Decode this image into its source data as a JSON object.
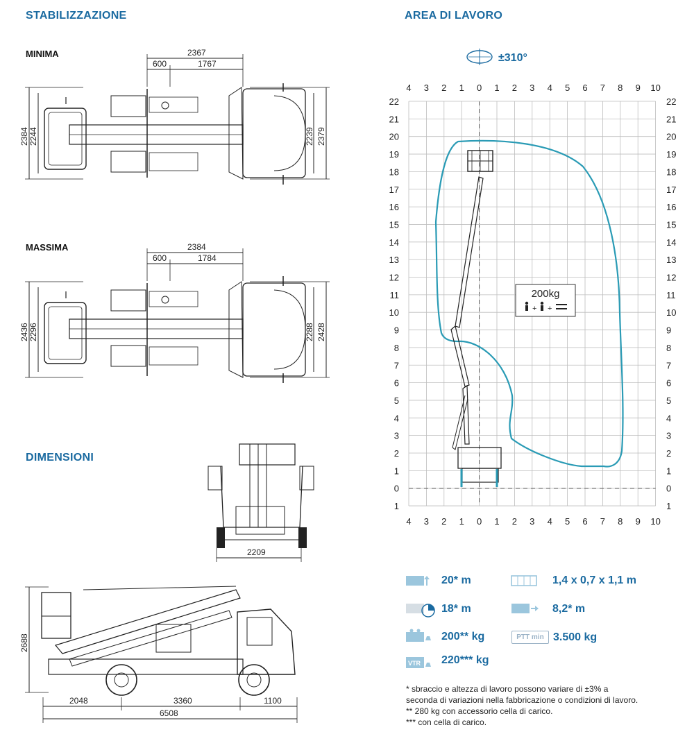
{
  "sections": {
    "stabilizzazione": "STABILIZZAZIONE",
    "area_di_lavoro": "AREA DI LAVORO",
    "dimensioni": "DIMENSIONI"
  },
  "stabilization": {
    "minima": {
      "label": "MINIMA",
      "total_width": "2367",
      "left_part": "600",
      "right_part": "1767",
      "left_outer": "2384",
      "left_inner": "2244",
      "right_inner": "2239",
      "right_outer": "2379"
    },
    "massima": {
      "label": "MASSIMA",
      "total_width": "2384",
      "left_part": "600",
      "right_part": "1784",
      "left_outer": "2436",
      "left_inner": "2296",
      "right_inner": "2288",
      "right_outer": "2428"
    }
  },
  "dimensions": {
    "front_width": "2209",
    "height": "2688",
    "seg_rear": "2048",
    "seg_wheelbase": "3360",
    "seg_front": "1100",
    "total_length": "6508"
  },
  "work_area": {
    "rotation": "±310°",
    "load": "200kg",
    "x_ticks": [
      "4",
      "3",
      "2",
      "1",
      "0",
      "1",
      "2",
      "3",
      "4",
      "5",
      "6",
      "7",
      "8",
      "9",
      "10"
    ],
    "y_ticks": [
      "22",
      "21",
      "20",
      "19",
      "18",
      "17",
      "16",
      "15",
      "14",
      "13",
      "12",
      "11",
      "10",
      "9",
      "8",
      "7",
      "6",
      "5",
      "4",
      "3",
      "2",
      "1",
      "0",
      "1"
    ],
    "envelope_color": "#2a9bb5"
  },
  "specs": {
    "working_height": "20* m",
    "platform_size": "1,4 x 0,7 x 1,1 m",
    "platform_height": "18* m",
    "outreach": "8,2* m",
    "capacity": "200** kg",
    "ptt_label": "PTT min",
    "ptt_value": "3.500 kg",
    "capacity_vtr": "220*** kg",
    "vtr_label": "VTR"
  },
  "notes": {
    "line1": "* sbraccio e altezza di lavoro possono variare di ±3% a",
    "line2": "seconda di variazioni nella fabbricazione o condizioni di lavoro.",
    "line3": "** 280 kg con accessorio cella di carico.",
    "line4": "*** con cella di carico."
  }
}
